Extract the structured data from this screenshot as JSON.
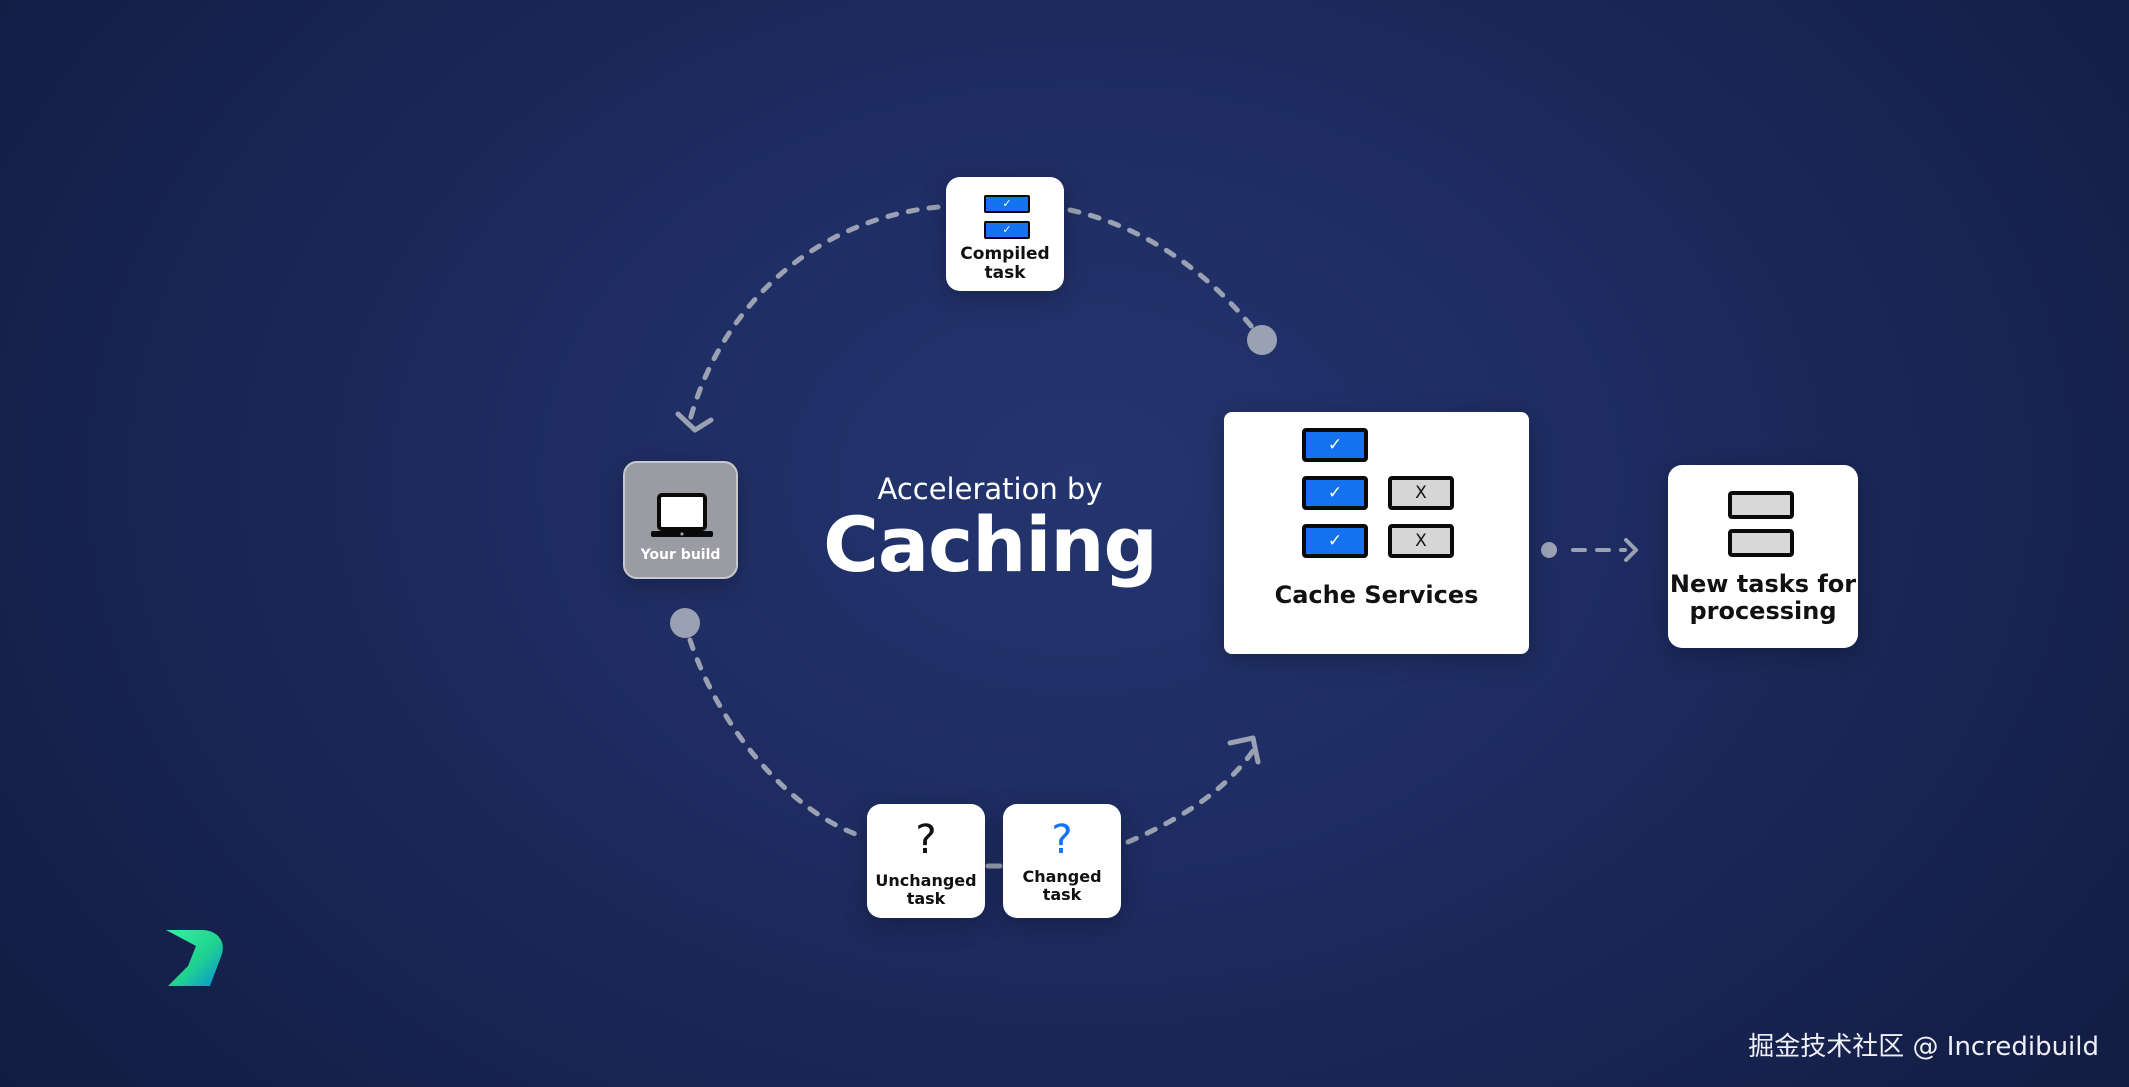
{
  "title": {
    "subtitle": "Acceleration by",
    "main": "Caching"
  },
  "nodes": {
    "compiled_task": {
      "label": "Compiled\ntask",
      "icon": "checked-bars-icon",
      "check_glyph": "✓"
    },
    "your_build": {
      "label": "Your build",
      "icon": "laptop-icon"
    },
    "cache_services": {
      "label": "Cache Services",
      "hit_glyph": "✓",
      "miss_glyph": "X"
    },
    "new_tasks": {
      "label": "New tasks for\nprocessing",
      "icon": "stacked-bars-icon"
    },
    "unchanged_task": {
      "label": "Unchanged\ntask",
      "glyph": "?"
    },
    "changed_task": {
      "label": "Changed\ntask",
      "glyph": "?"
    }
  },
  "colors": {
    "background": "#1d2b60",
    "accent_blue": "#1572f0",
    "connector": "#9aa1b2",
    "logo_green": "#1fd38f"
  },
  "watermark": "掘金技术社区 @ Incredibuild"
}
